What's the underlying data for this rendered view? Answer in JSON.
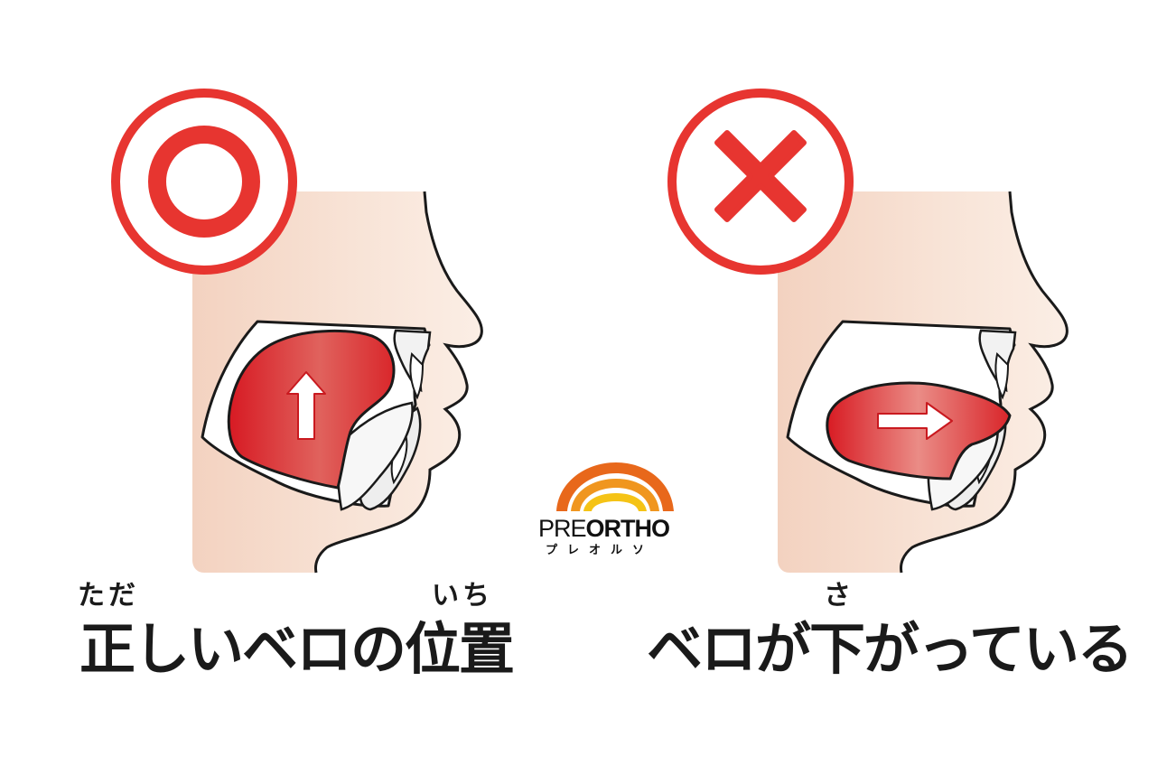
{
  "colors": {
    "accent_red": "#e73530",
    "skin": "#f4d6c6",
    "skin_light": "#f9e9df",
    "tongue_dark": "#d91c24",
    "tongue_light": "#ee9d96",
    "outline": "#1a1a1a",
    "logo_orange": "#e8681b",
    "logo_yellow": "#f5c316"
  },
  "left_panel": {
    "status_symbol": "circle-correct",
    "tongue_direction": "up",
    "caption": {
      "text": "正しいベロの位置",
      "ruby_tadashii": "ただ",
      "ruby_ichi": "いち"
    }
  },
  "right_panel": {
    "status_symbol": "cross-incorrect",
    "tongue_direction": "right",
    "caption": {
      "text": "ベロが下がっている",
      "ruby_sa": "さ"
    }
  },
  "logo": {
    "prefix": "PRE",
    "suffix": "ORTHO",
    "kana": "プレオルソ"
  }
}
